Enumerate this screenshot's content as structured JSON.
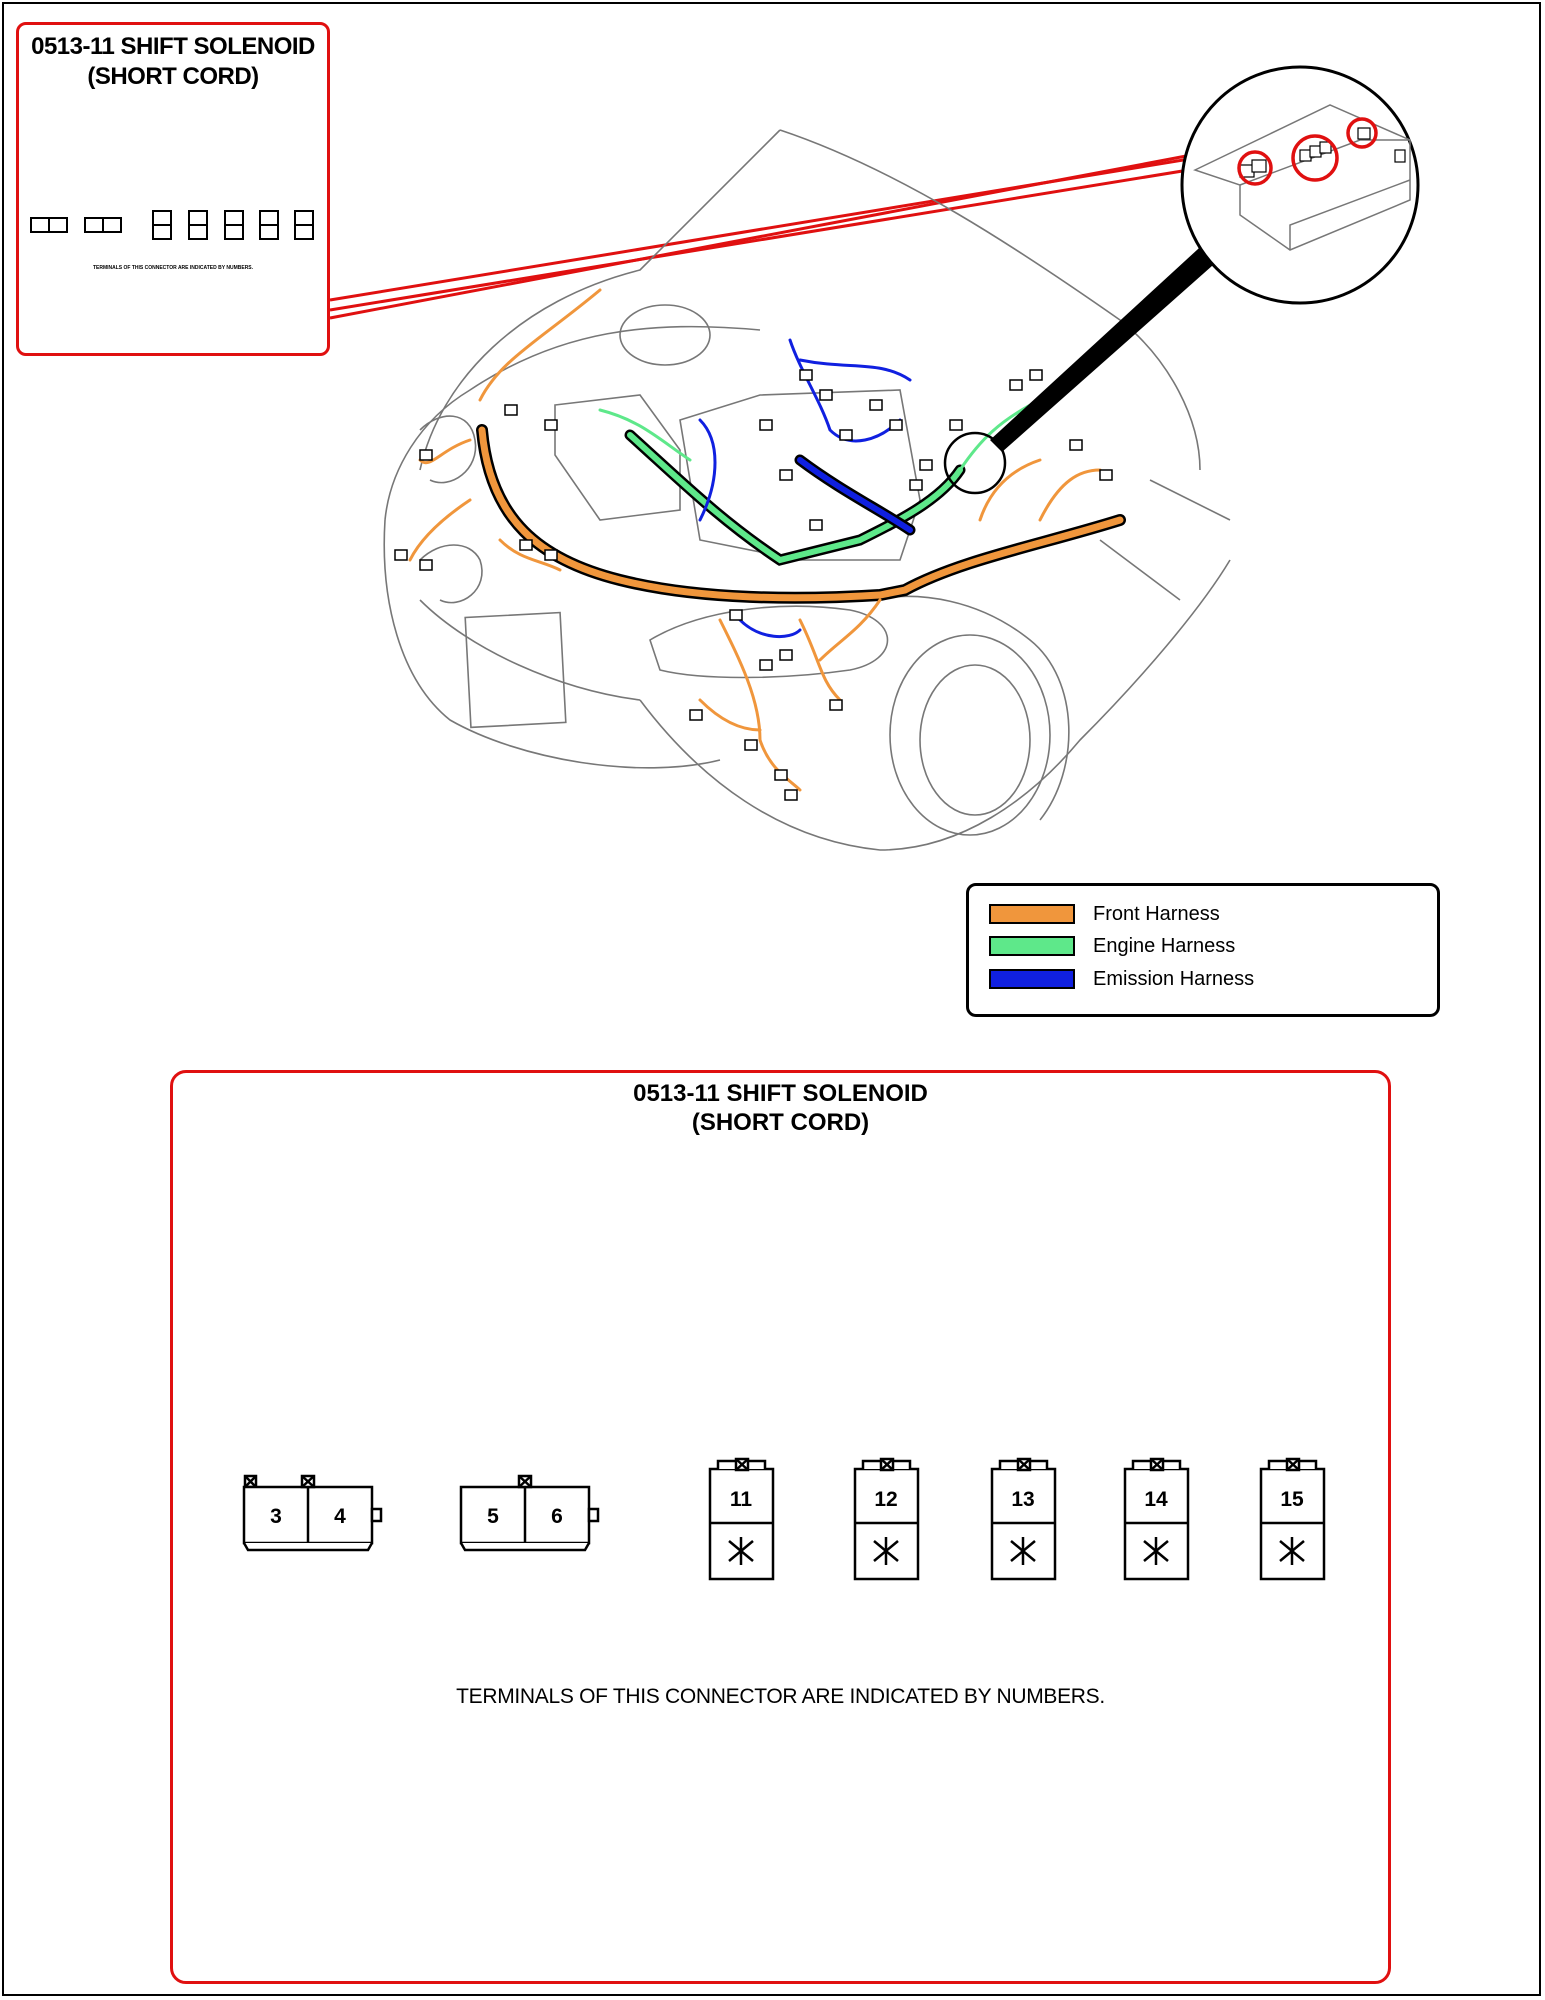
{
  "inset": {
    "title": "0513-11 SHIFT SOLENOID (SHORT CORD)",
    "note": "TERMINALS OF THIS CONNECTOR ARE INDICATED BY NUMBERS."
  },
  "legend": {
    "items": [
      {
        "label": "Front Harness",
        "color": "#f0963c"
      },
      {
        "label": "Engine Harness",
        "color": "#5ee88a"
      },
      {
        "label": "Emission Harness",
        "color": "#1020e0"
      }
    ]
  },
  "detail": {
    "title_line1": "0513-11 SHIFT SOLENOID",
    "title_line2": "(SHORT CORD)",
    "note": "TERMINALS OF THIS CONNECTOR ARE INDICATED BY NUMBERS.",
    "connectors_2pin": [
      {
        "terminals": [
          "3",
          "4"
        ]
      },
      {
        "terminals": [
          "5",
          "6"
        ]
      }
    ],
    "connectors_1pin": [
      "11",
      "12",
      "13",
      "14",
      "15"
    ]
  },
  "colors": {
    "highlight": "#e01010",
    "front_harness": "#f0963c",
    "engine_harness": "#5ee88a",
    "emission_harness": "#1020e0"
  }
}
